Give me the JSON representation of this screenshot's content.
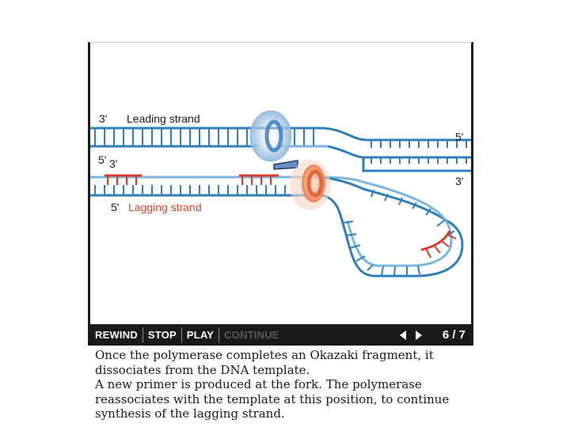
{
  "diagram": {
    "labels": {
      "leading_3prime": "3'",
      "leading_title": "Leading strand",
      "right_5prime": "5'",
      "left_5prime": "5'",
      "left_3prime": "3'",
      "right_3prime": "3'",
      "lagging_5prime": "5'",
      "lagging_title": "Lagging strand"
    },
    "colors": {
      "strand_dark": "#2f7fb8",
      "strand_light": "#7cb6dd",
      "primer_red": "#d63a2a",
      "lagging_label": "#d9442f",
      "polymerase_blue": "#b7d3ea",
      "polymerase_orange": "#f08a60"
    }
  },
  "controls": {
    "rewind": "REWIND",
    "stop": "STOP",
    "play": "PLAY",
    "continue": "CONTINUE",
    "prev_icon": "triangle-left-icon",
    "next_icon": "triangle-right-icon",
    "page": "6 / 7"
  },
  "caption": {
    "line1": "Once the polymerase completes an Okazaki fragment, it dissociates from the DNA template.",
    "line2": "A new primer is produced at the fork. The polymerase reassociates with the template at this position, to continue synthesis of the lagging strand."
  }
}
